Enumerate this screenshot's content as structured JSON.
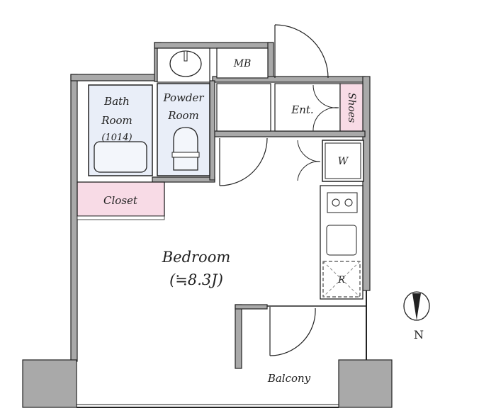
{
  "rooms": {
    "bath": {
      "line1": "Bath",
      "line2": "Room",
      "size": "(1014)"
    },
    "powder": {
      "line1": "Powder",
      "line2": "Room"
    },
    "mb": "MB",
    "entrance": "Ent.",
    "shoes": "Shoes",
    "washer": "W",
    "refrigerator": "R",
    "closet": "Closet",
    "bedroom": {
      "name": "Bedroom",
      "size": "(≒8.3J)"
    },
    "balcony": "Balcony"
  },
  "compass": {
    "label": "N"
  },
  "colors": {
    "wall": "#a9a9a9",
    "pink": "#f8dbe6",
    "wet": "#e9eef8",
    "line": "#222222"
  }
}
